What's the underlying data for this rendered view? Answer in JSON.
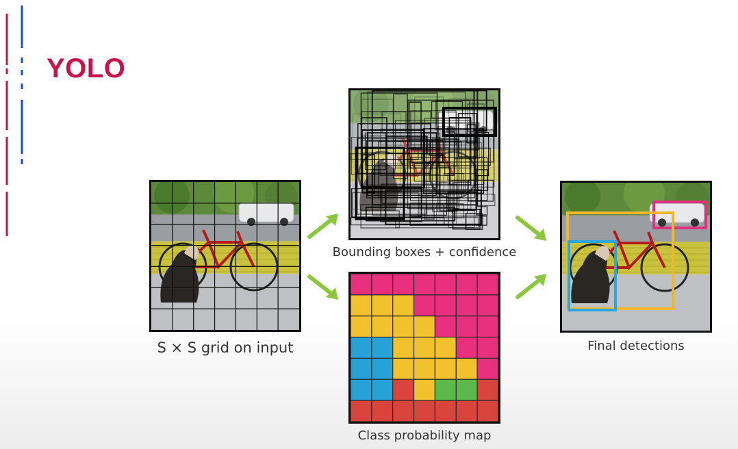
{
  "slide": {
    "title": "YOLO",
    "accent_red": "#c8134a",
    "accent_blue": "#1f4fb5"
  },
  "diagram": {
    "panels": [
      {
        "id": "input",
        "caption": "S × S grid on input",
        "grid": 7
      },
      {
        "id": "boxes",
        "caption": "Bounding boxes + confidence",
        "grid": 7
      },
      {
        "id": "classmap",
        "caption": "Class probability map",
        "grid": 7
      },
      {
        "id": "detections",
        "caption": "Final detections"
      }
    ],
    "class_colors": {
      "magenta": "#e8307f",
      "yellow": "#f2c12e",
      "blue": "#27a2d6",
      "green": "#5cb84a",
      "red": "#d9443d"
    },
    "class_map": [
      [
        "magenta",
        "magenta",
        "magenta",
        "magenta",
        "magenta",
        "magenta",
        "magenta"
      ],
      [
        "yellow",
        "yellow",
        "yellow",
        "magenta",
        "magenta",
        "magenta",
        "magenta"
      ],
      [
        "yellow",
        "yellow",
        "yellow",
        "yellow",
        "magenta",
        "magenta",
        "magenta"
      ],
      [
        "blue",
        "blue",
        "yellow",
        "yellow",
        "yellow",
        "magenta",
        "magenta"
      ],
      [
        "blue",
        "blue",
        "yellow",
        "yellow",
        "yellow",
        "yellow",
        "magenta"
      ],
      [
        "blue",
        "blue",
        "red",
        "yellow",
        "green",
        "green",
        "red"
      ],
      [
        "red",
        "red",
        "red",
        "red",
        "red",
        "red",
        "red"
      ]
    ],
    "detection_colors": {
      "car": "#e0307f",
      "bicycle": "#f2b52e",
      "dog": "#2aa7e0"
    },
    "arrow_color": "#8dc63f"
  }
}
